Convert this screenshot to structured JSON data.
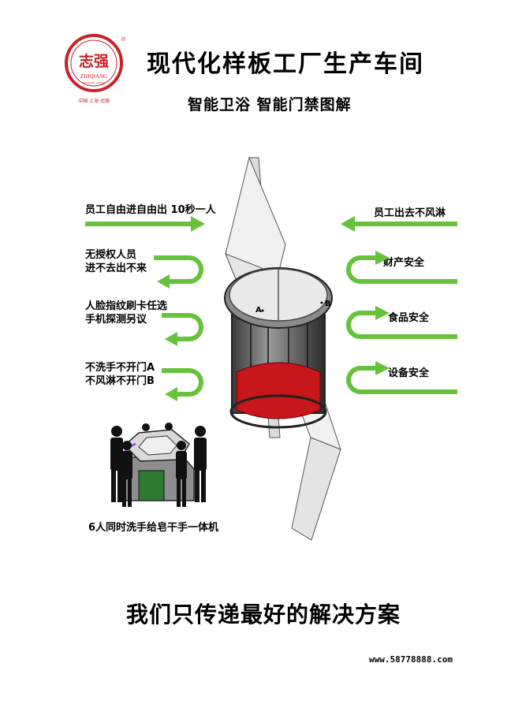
{
  "brand": {
    "name": "志强",
    "latin": "ZHIQIANG",
    "tagline": "ZHI QIANG GROUP",
    "locations": "中国·上海·北强",
    "registered": "®"
  },
  "header": {
    "title": "现代化样板工厂生产车间",
    "subtitle": "智能卫浴 智能门禁图解"
  },
  "left_features": [
    {
      "lines": [
        "员工自由进自由出 10秒一人"
      ],
      "arrow": "straight-right"
    },
    {
      "lines": [
        "无授权人员",
        "进不去出不来"
      ],
      "arrow": "u-turn"
    },
    {
      "lines": [
        "人脸指纹刷卡任选",
        "手机探测另议"
      ],
      "arrow": "u-turn"
    },
    {
      "lines": [
        "不洗手不开门A",
        "不风淋不开门B"
      ],
      "arrow": "u-turn"
    }
  ],
  "right_features": [
    {
      "lines": [
        "员工出去不风淋"
      ],
      "arrow": "straight-left"
    },
    {
      "lines": [
        "财产安全"
      ],
      "arrow": "u-turn"
    },
    {
      "lines": [
        "食品安全"
      ],
      "arrow": "u-turn"
    },
    {
      "lines": [
        "设备安全"
      ],
      "arrow": "u-turn"
    }
  ],
  "door_labels": {
    "a": "A",
    "b": "B"
  },
  "caption": "6人同时洗手给皂干手一体机",
  "slogan": "我们只传递最好的解决方案",
  "website": "www.58778888.com",
  "colors": {
    "arrow_green": "#66c23a",
    "logo_red": "#c8202a",
    "floor_red": "#c8161d"
  }
}
